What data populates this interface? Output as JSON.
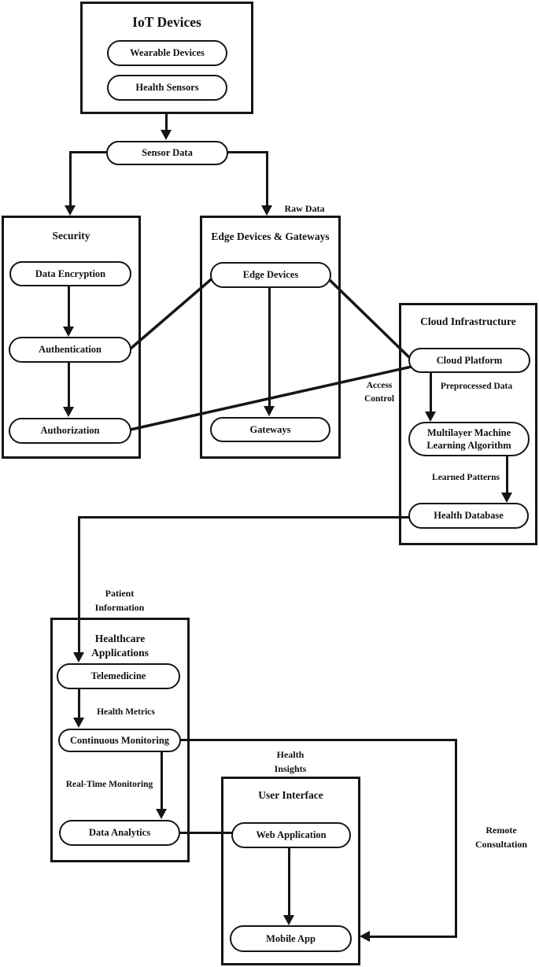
{
  "diagram": {
    "iot": {
      "title": "IoT Devices",
      "wearable": "Wearable Devices",
      "sensors": "Health Sensors"
    },
    "sensor_data": "Sensor Data",
    "security": {
      "title": "Security",
      "encryption": "Data Encryption",
      "authentication": "Authentication",
      "authorization": "Authorization"
    },
    "edge": {
      "title": "Edge Devices & Gateways",
      "devices": "Edge Devices",
      "gateways": "Gateways"
    },
    "cloud": {
      "title": "Cloud Infrastructure",
      "platform": "Cloud Platform",
      "ml_line1": "Multilayer Machine",
      "ml_line2": "Learning Algorithm",
      "database": "Health Database"
    },
    "healthcare": {
      "title_line1": "Healthcare",
      "title_line2": "Applications",
      "telemedicine": "Telemedicine",
      "monitoring": "Continuous Monitoring",
      "analytics": "Data Analytics"
    },
    "ui": {
      "title": "User Interface",
      "web": "Web Application",
      "mobile": "Mobile App"
    },
    "labels": {
      "raw_data": "Raw Data",
      "access_line1": "Access",
      "access_line2": "Control",
      "preprocessed": "Preprocessed Data",
      "learned": "Learned Patterns",
      "patient_line1": "Patient",
      "patient_line2": "Information",
      "health_metrics": "Health Metrics",
      "realtime": "Real-Time Monitoring",
      "insights_line1": "Health",
      "insights_line2": "Insights",
      "remote_line1": "Remote",
      "remote_line2": "Consultation"
    },
    "colors": {
      "line": "#151515",
      "background": "#ffffff"
    }
  }
}
